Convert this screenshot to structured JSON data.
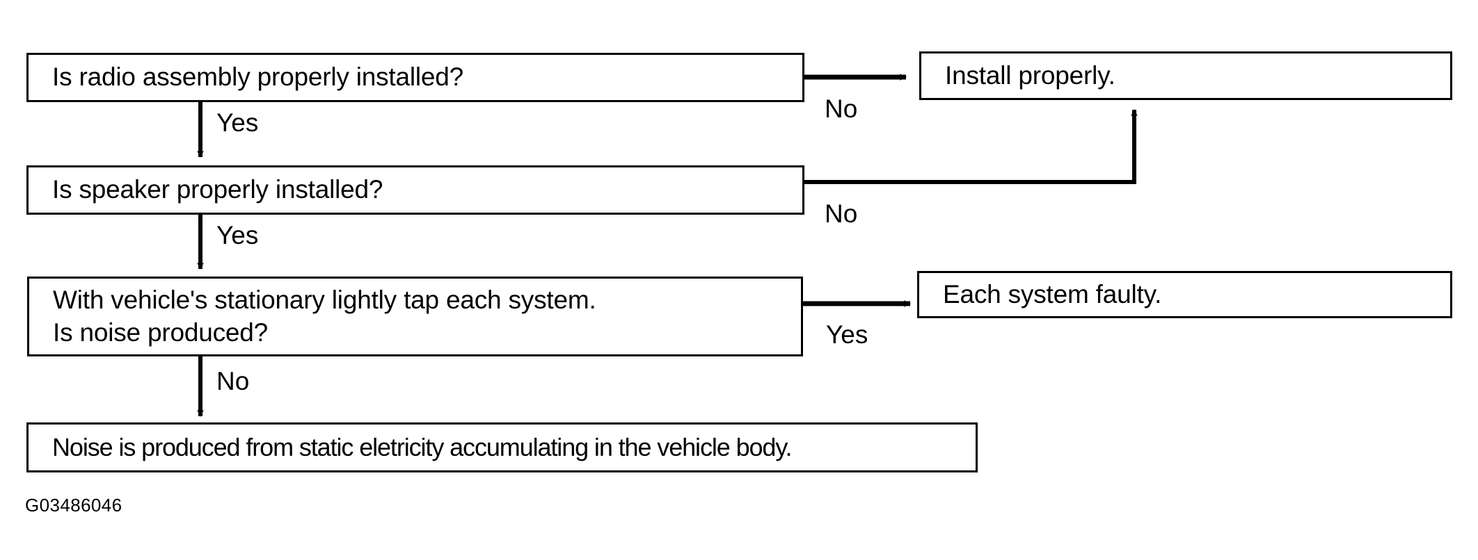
{
  "diagram": {
    "caption": "G03486046",
    "colors": {
      "line": "#000000",
      "background": "#ffffff",
      "text": "#000000"
    },
    "nodes": [
      {
        "id": "radio-check",
        "lines": [
          "Is radio assembly properly installed?"
        ]
      },
      {
        "id": "install-properly",
        "lines": [
          "Install properly."
        ]
      },
      {
        "id": "speaker-check",
        "lines": [
          "Is speaker properly installed?"
        ]
      },
      {
        "id": "tap-check",
        "lines": [
          "With vehicle's stationary lightly tap each system.",
          "Is noise produced?"
        ]
      },
      {
        "id": "system-faulty",
        "lines": [
          "Each system faulty."
        ]
      },
      {
        "id": "static-result",
        "lines": [
          "Noise is produced from static eletricity accumulating in the vehicle body."
        ]
      }
    ],
    "edge_labels": {
      "radio_no": "No",
      "radio_yes": "Yes",
      "speaker_no": "No",
      "speaker_yes": "Yes",
      "tap_yes": "Yes",
      "tap_no": "No"
    }
  }
}
